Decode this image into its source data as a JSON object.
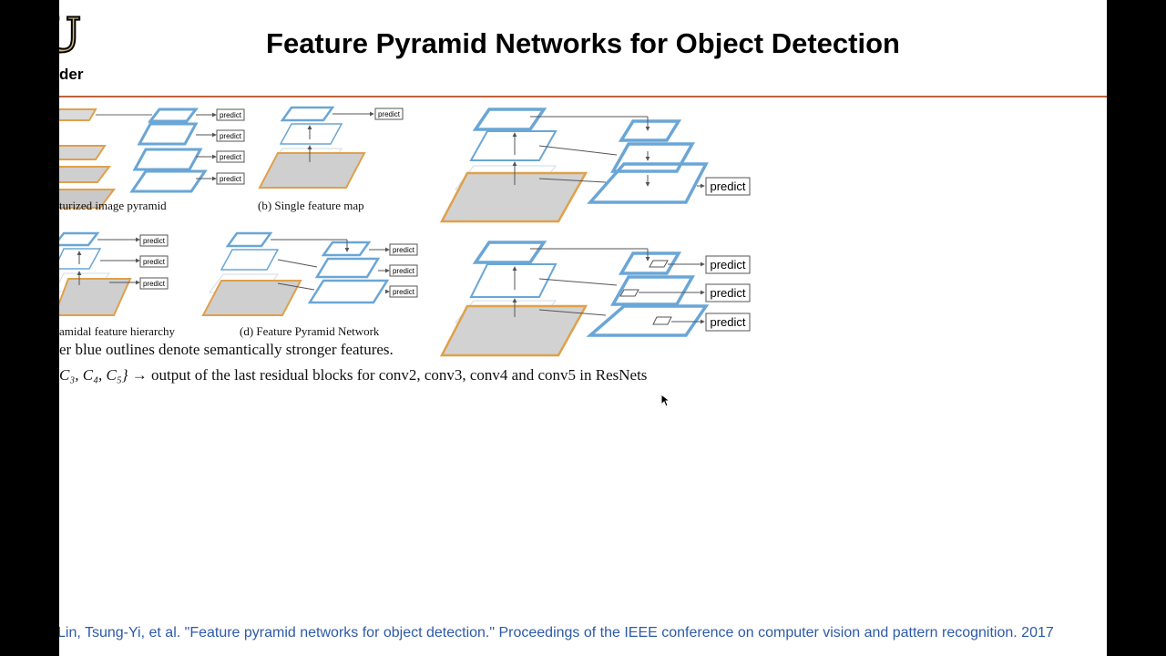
{
  "slide": {
    "logo": {
      "glyph": "U",
      "text": "der"
    },
    "title": "Feature Pyramid Networks for Object Detection",
    "captions": {
      "a": "turized image pyramid",
      "b": "(b) Single feature map",
      "c": "amidal feature hierarchy",
      "d": "(d) Feature Pyramid Network"
    },
    "predict_label": "predict",
    "note_outline": "er blue outlines denote semantically stronger features.",
    "note_resnet": {
      "set": "C₃, C₄, C₅}",
      "arrow": "→",
      "text": "output of the last residual blocks for conv2, conv3, conv4 and conv5 in ResNets"
    },
    "citation": "Lin, Tsung-Yi, et al. \"Feature pyramid networks for object detection.\" Proceedings of the IEEE conference on computer vision and pattern recognition. 2017"
  },
  "colors": {
    "feature_blue": "#6aa6d6",
    "image_orange": "#e0a04a",
    "citation_blue": "#2d5aa8",
    "rule_red": "#c0603a"
  }
}
